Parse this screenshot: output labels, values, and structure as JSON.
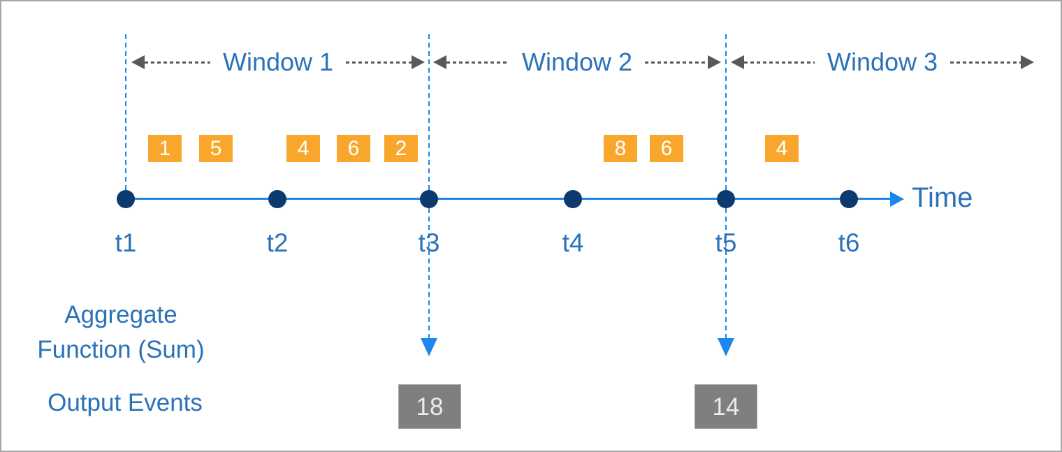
{
  "windows": {
    "items": [
      {
        "label": "Window 1"
      },
      {
        "label": "Window 2"
      },
      {
        "label": "Window 3"
      }
    ]
  },
  "timeline": {
    "label": "Time",
    "ticks": [
      {
        "label": "t1"
      },
      {
        "label": "t2"
      },
      {
        "label": "t3"
      },
      {
        "label": "t4"
      },
      {
        "label": "t5"
      },
      {
        "label": "t6"
      }
    ]
  },
  "events": {
    "items": [
      {
        "value": "1"
      },
      {
        "value": "5"
      },
      {
        "value": "4"
      },
      {
        "value": "6"
      },
      {
        "value": "2"
      },
      {
        "value": "8"
      },
      {
        "value": "6"
      },
      {
        "value": "4"
      }
    ]
  },
  "groups": [
    {
      "window": "Window 1",
      "events": [
        1,
        5,
        4,
        6,
        2
      ],
      "output": 18,
      "emitted_at": "t3"
    },
    {
      "window": "Window 2",
      "events": [
        8,
        6
      ],
      "output": 14,
      "emitted_at": "t5"
    }
  ],
  "aggregate": {
    "line1": "Aggregate",
    "line2": "Function (Sum)"
  },
  "output": {
    "label": "Output Events",
    "items": [
      {
        "value": "18"
      },
      {
        "value": "14"
      }
    ]
  },
  "colors": {
    "accent_blue": "#1986e8",
    "navy_dot": "#0c3a6e",
    "steel_text": "#2b72b8",
    "event_orange": "#f9a72c",
    "arrow_gray": "#595959",
    "output_gray": "#7f7f7f",
    "canvas_border": "#a6a6a6"
  }
}
